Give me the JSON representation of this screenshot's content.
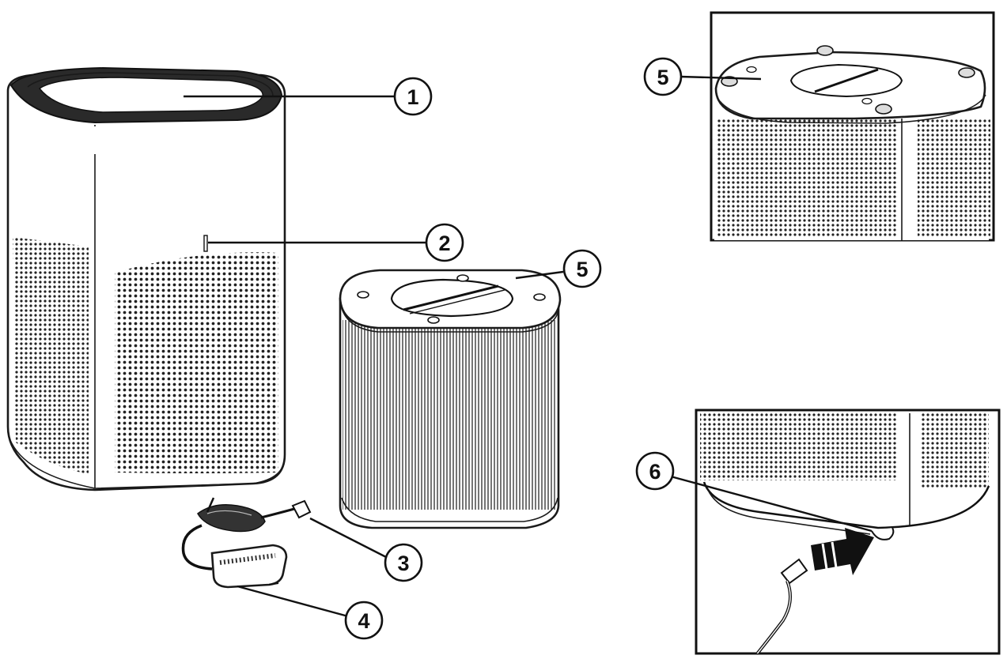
{
  "callouts": {
    "c1": "1",
    "c2": "2",
    "c3": "3",
    "c4": "4",
    "c5_filter": "5",
    "c5_inset": "5",
    "c6": "6"
  },
  "colors": {
    "line": "#1a1a1a",
    "background": "#ffffff",
    "arrow": "#111111"
  }
}
